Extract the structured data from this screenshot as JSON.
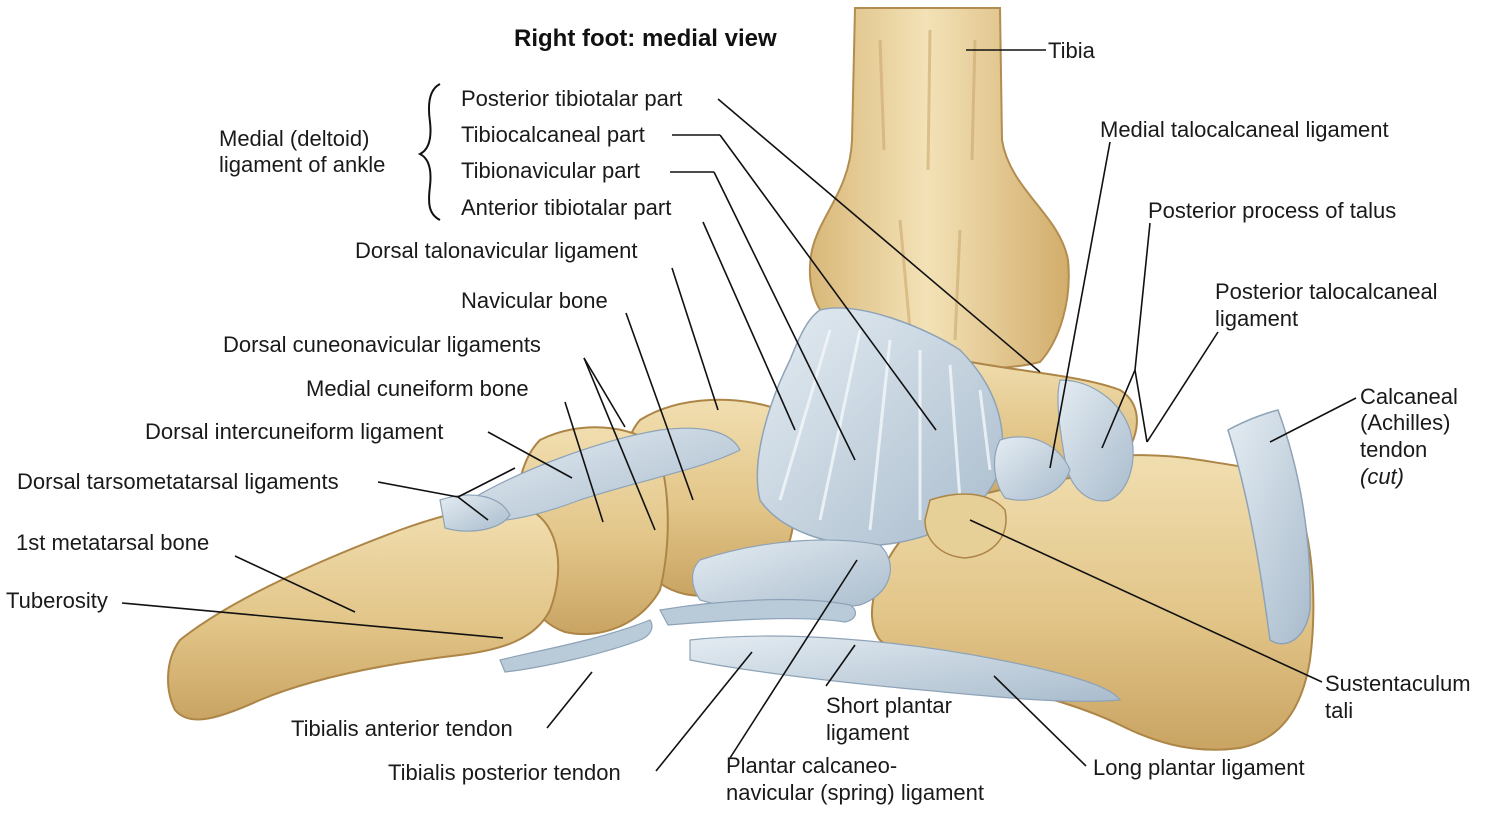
{
  "title": "Right foot: medial view",
  "deltoid_group": {
    "label_line1": "Medial (deltoid)",
    "label_line2": "ligament of ankle",
    "parts": [
      "Posterior tibiotalar part",
      "Tibiocalcaneal part",
      "Tibionavicular part",
      "Anterior tibiotalar part"
    ]
  },
  "labels": {
    "tibia": "Tibia",
    "medial_talocalcaneal": "Medial talocalcaneal ligament",
    "posterior_process_talus": "Posterior process of talus",
    "posterior_talocalcaneal_1": "Posterior talocalcaneal",
    "posterior_talocalcaneal_2": "ligament",
    "calcaneal_1": "Calcaneal",
    "calcaneal_2": "(Achilles)",
    "calcaneal_3": "tendon",
    "calcaneal_4": "(cut)",
    "dorsal_talonavicular": "Dorsal talonavicular ligament",
    "navicular": "Navicular bone",
    "dorsal_cuneonavicular": "Dorsal cuneonavicular ligaments",
    "medial_cuneiform": "Medial cuneiform bone",
    "dorsal_intercuneiform": "Dorsal intercuneiform ligament",
    "dorsal_tarsometatarsal": "Dorsal tarsometatarsal ligaments",
    "first_metatarsal": "1st metatarsal bone",
    "tuberosity": "Tuberosity",
    "tibialis_anterior": "Tibialis anterior tendon",
    "tibialis_posterior": "Tibialis posterior tendon",
    "short_plantar_1": "Short plantar",
    "short_plantar_2": "ligament",
    "spring_1": "Plantar calcaneo-",
    "spring_2": "navicular (spring) ligament",
    "long_plantar": "Long plantar ligament",
    "sustentaculum_1": "Sustentaculum",
    "sustentaculum_2": "tali"
  },
  "colors": {
    "bone": "#e3c98e",
    "bone_light": "#efdcae",
    "bone_shadow": "#b8914f",
    "ligament": "#c9d6e2",
    "ligament_dark": "#93a9bd",
    "leader": "#111111"
  }
}
